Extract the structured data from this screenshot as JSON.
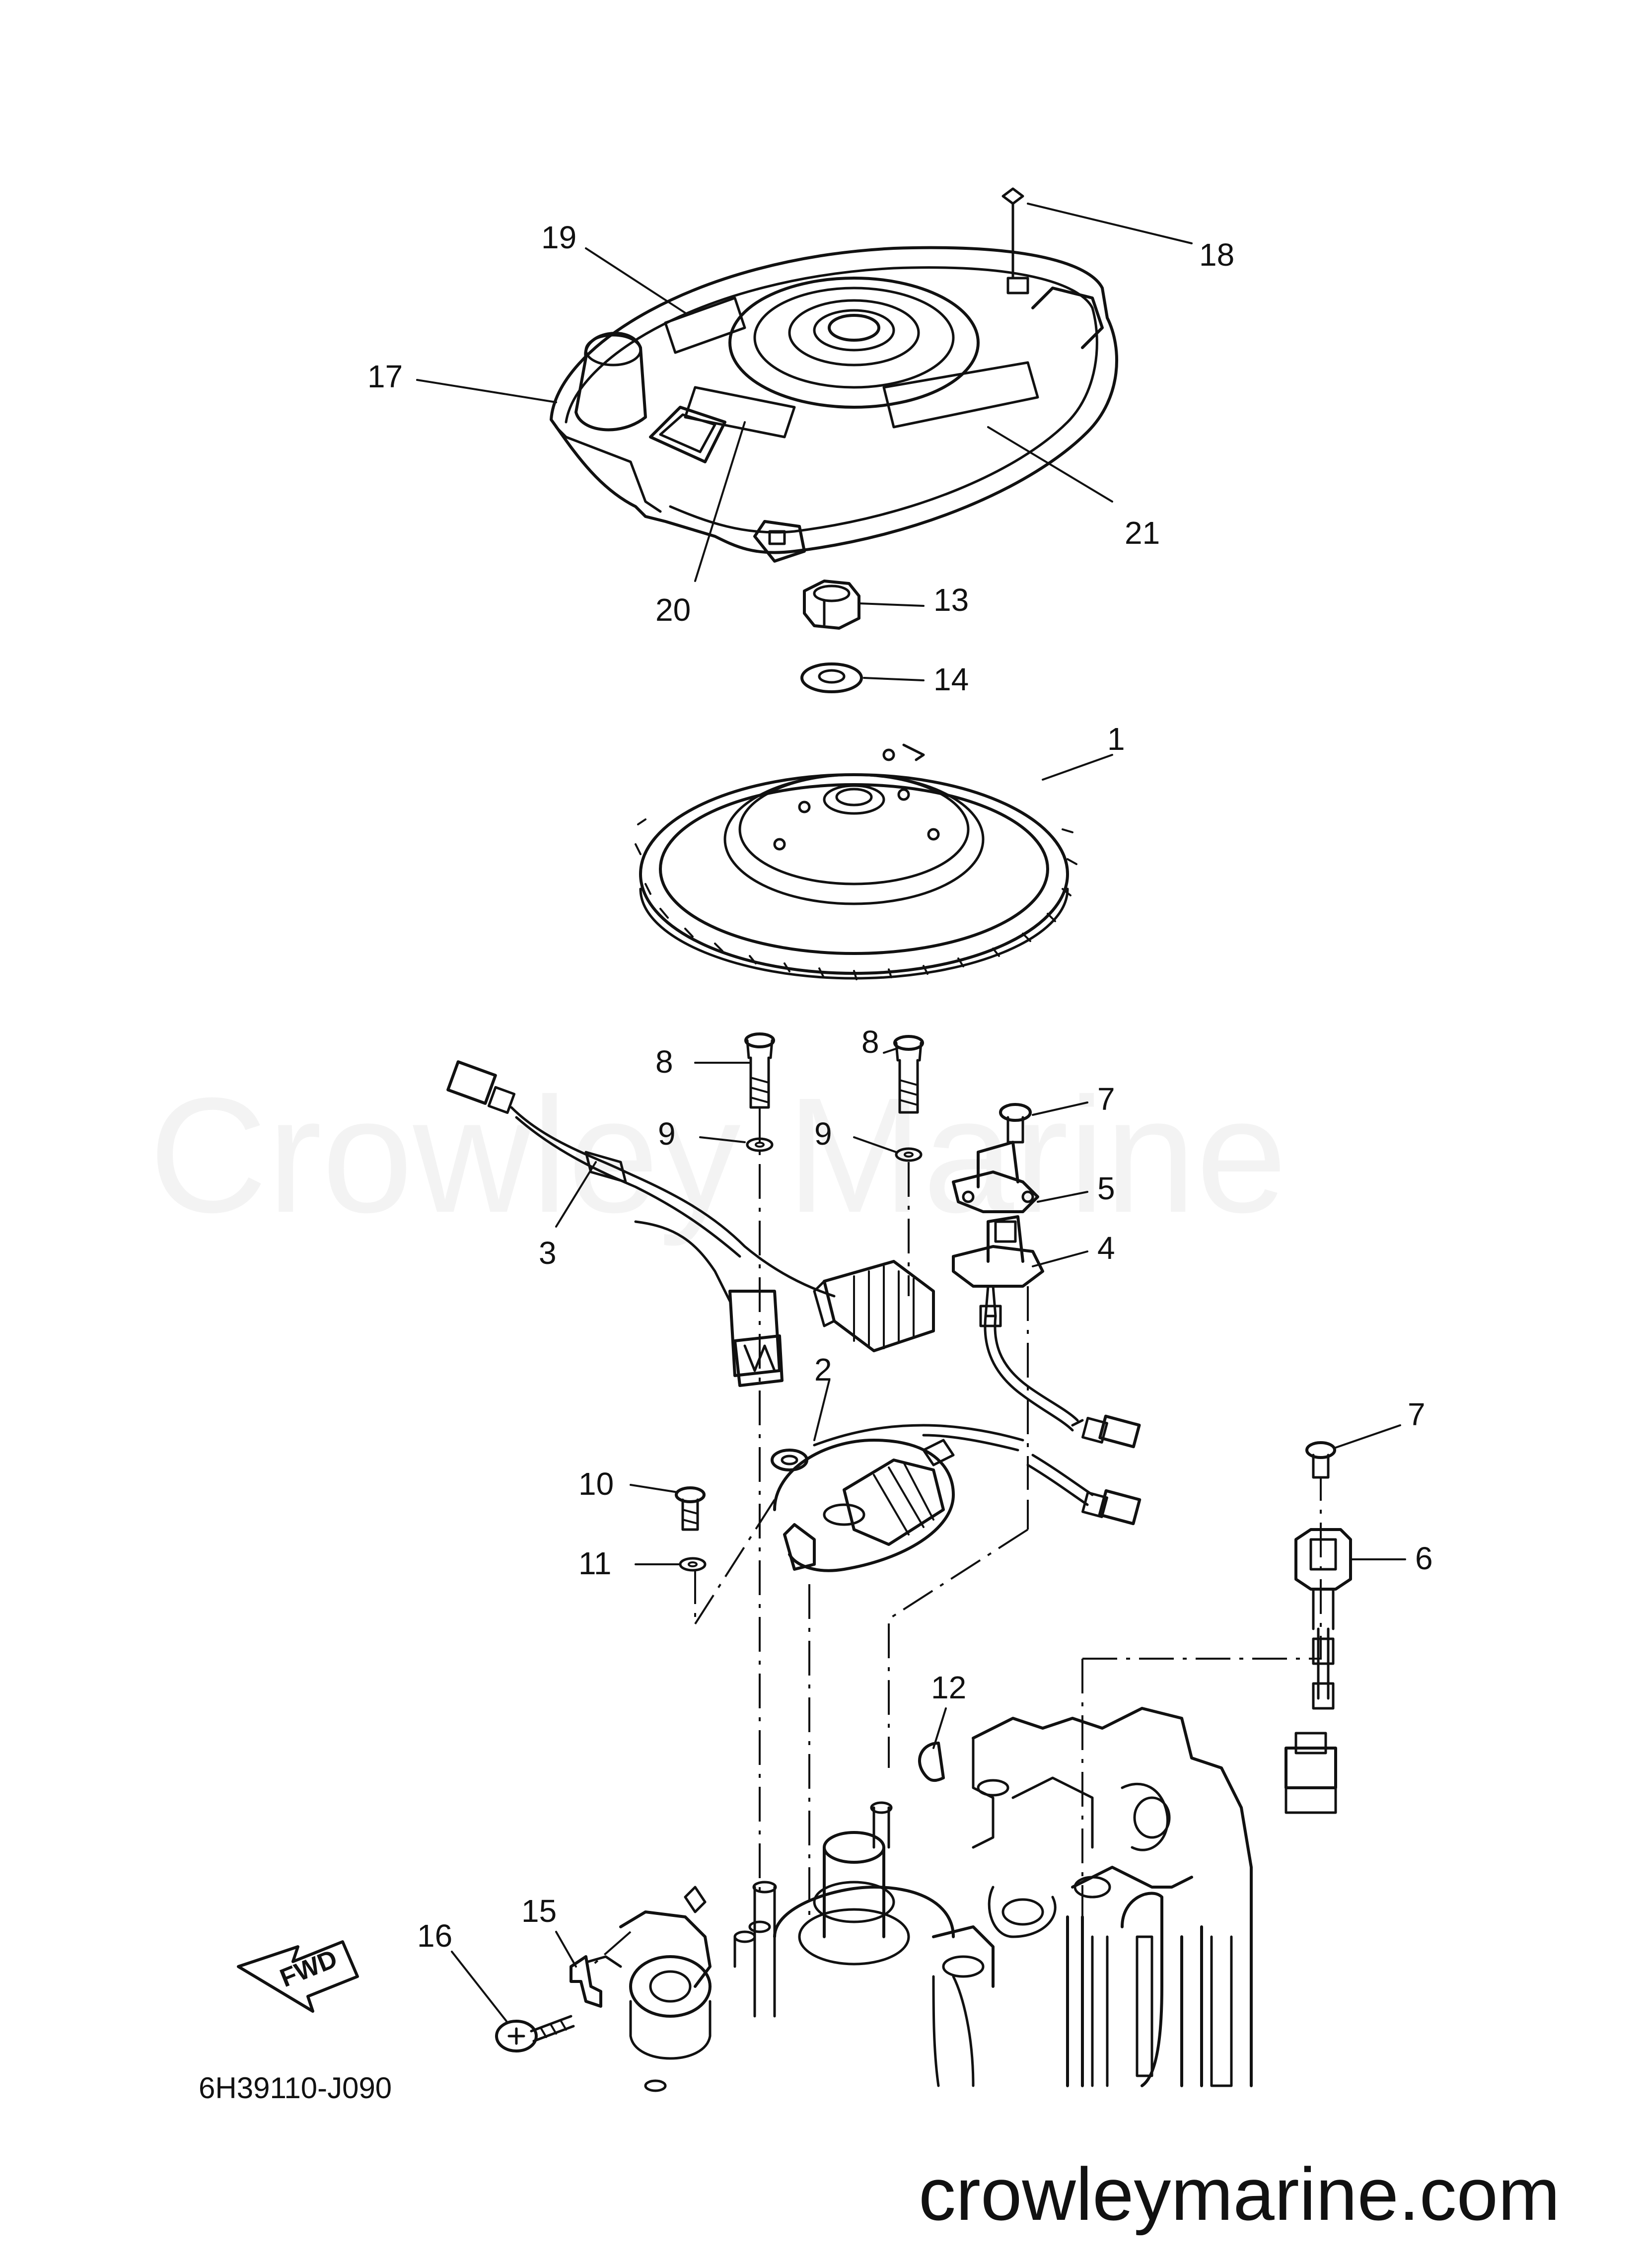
{
  "watermark": "Crowley Marine",
  "website": "crowleymarine.com",
  "diagram_code": "6H39110-J090",
  "direction_label": "FWD",
  "callouts": [
    "1",
    "2",
    "3",
    "4",
    "5",
    "6",
    "7",
    "7",
    "8",
    "8",
    "9",
    "9",
    "10",
    "11",
    "12",
    "13",
    "14",
    "15",
    "16",
    "17",
    "18",
    "19",
    "20",
    "21"
  ]
}
